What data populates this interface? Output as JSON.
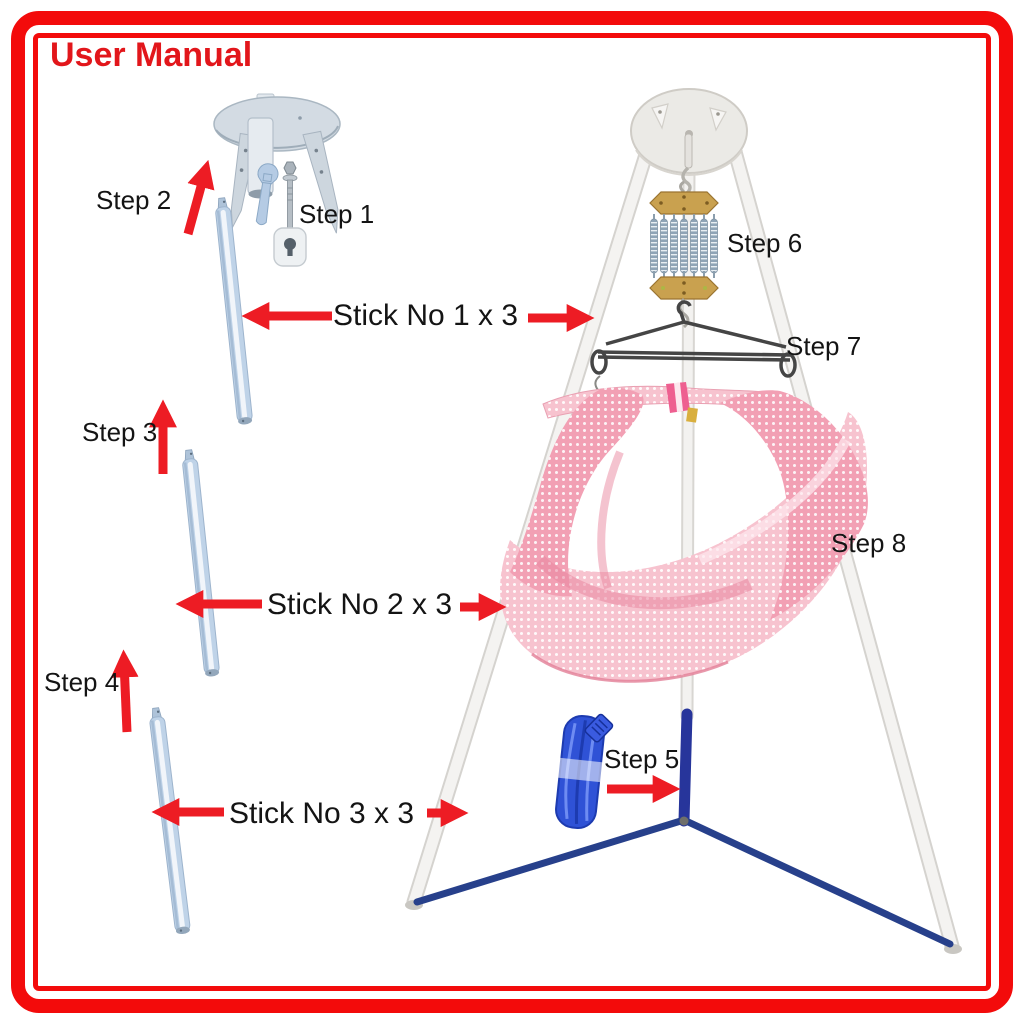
{
  "page": {
    "title": "User Manual"
  },
  "steps": {
    "step1": "Step 1",
    "step2": "Step 2",
    "step3": "Step 3",
    "step4": "Step 4",
    "step5": "Step 5",
    "step6": "Step 6",
    "step7": "Step 7",
    "step8": "Step 8"
  },
  "sticks": {
    "stick1": "Stick No 1 x 3",
    "stick2": "Stick No 2 x 3",
    "stick3": "Stick No 3 x 3"
  },
  "colors": {
    "border_red": "#f30b0b",
    "title_red": "#e2161b",
    "arrow_red": "#ed1c24",
    "label_text": "#141414",
    "stick_blue": "#bfd3e8",
    "frame_white": "#f2f1ef",
    "hammock_pink": "#f3a4b6",
    "hammock_stripe_pink": "#ee5f90",
    "spring_plate_gold": "#c9a14f",
    "spring_steel": "#95a9ba",
    "strap_blue": "#2f52d6",
    "floor_strap_navy": "#27408b",
    "hanger_wire": "#454545"
  }
}
